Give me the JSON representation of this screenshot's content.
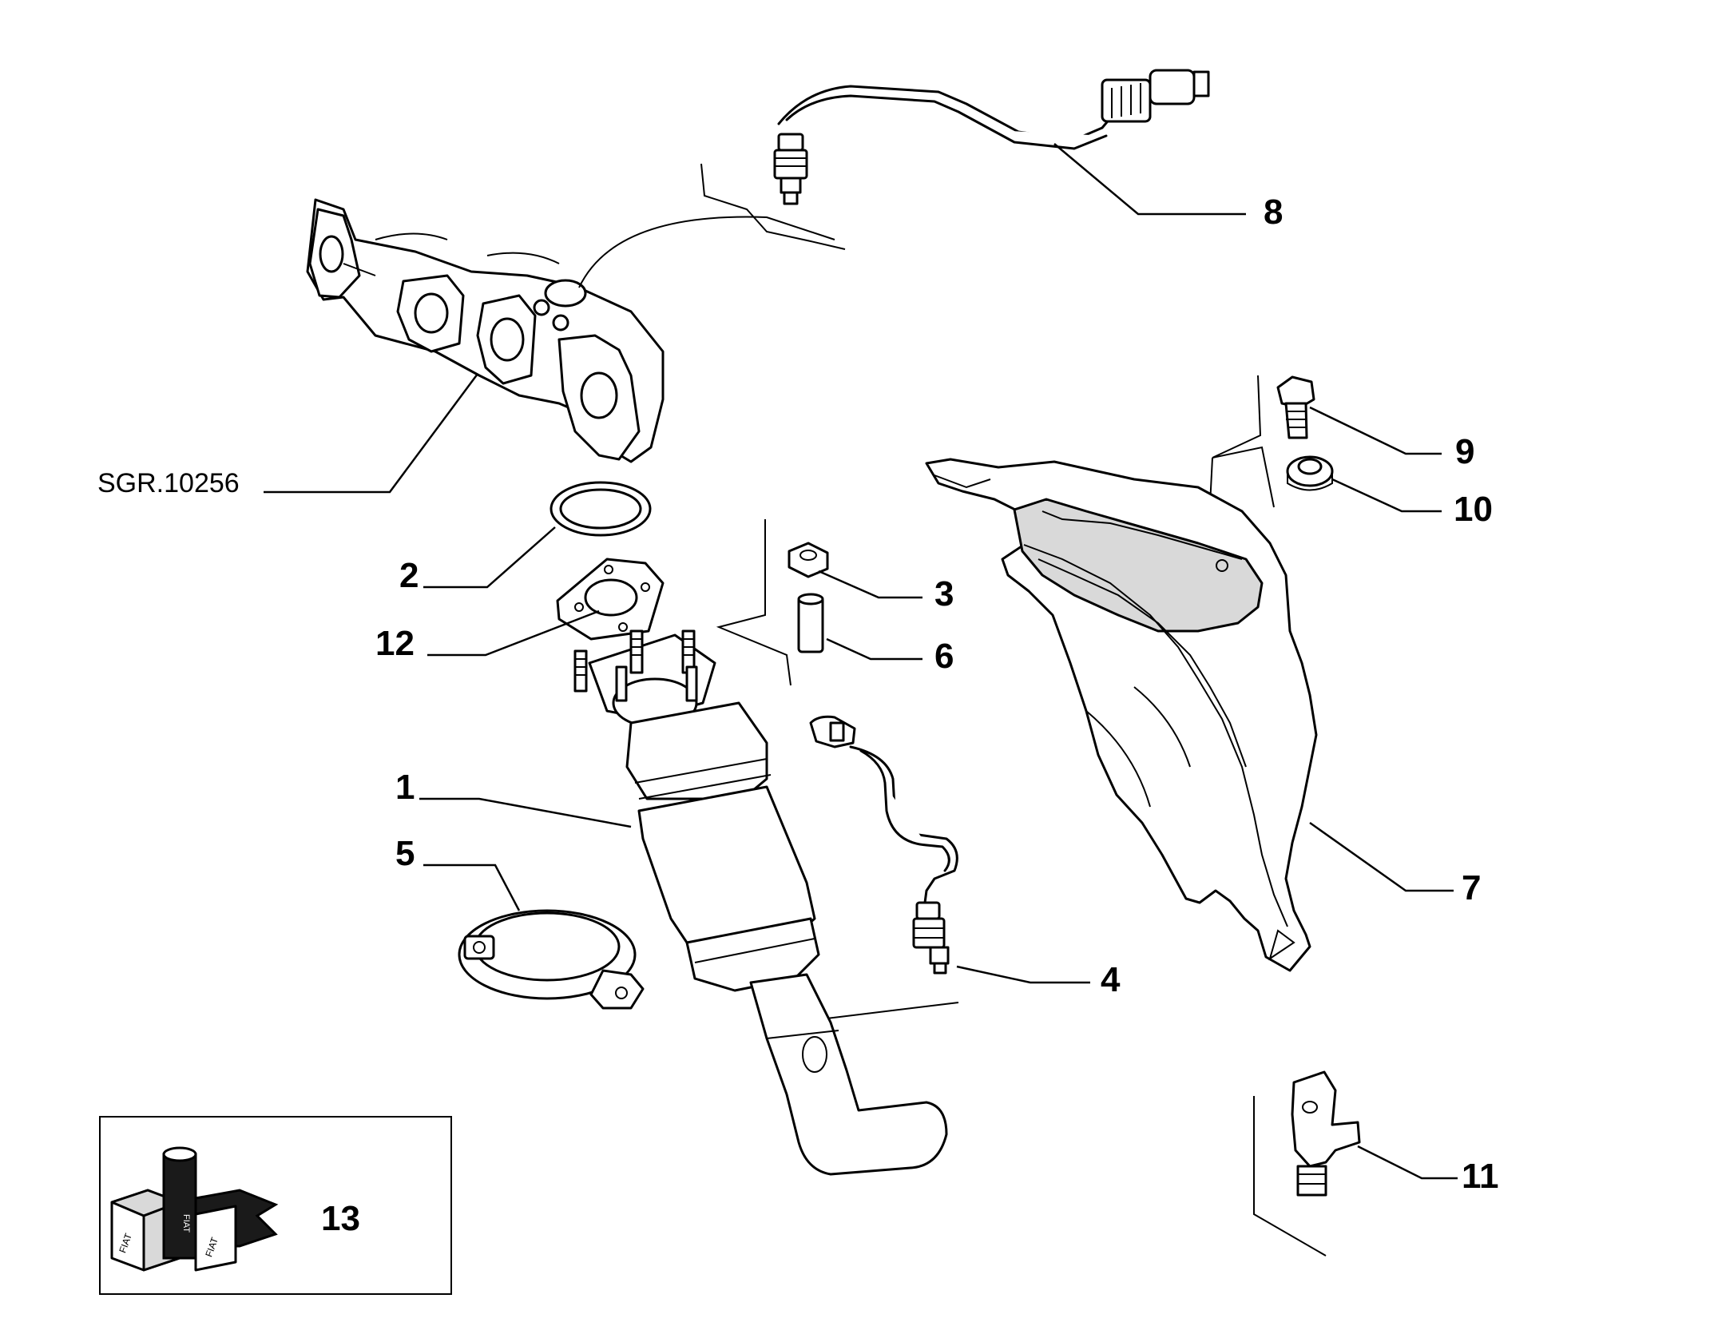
{
  "diagram": {
    "code_label": "SGR.10256",
    "callouts": {
      "c1": "1",
      "c2": "2",
      "c3": "3",
      "c4": "4",
      "c5": "5",
      "c6": "6",
      "c7": "7",
      "c8": "8",
      "c9": "9",
      "c10": "10",
      "c11": "11",
      "c12": "12",
      "c13": "13"
    },
    "kit_brand": "FIAT"
  }
}
